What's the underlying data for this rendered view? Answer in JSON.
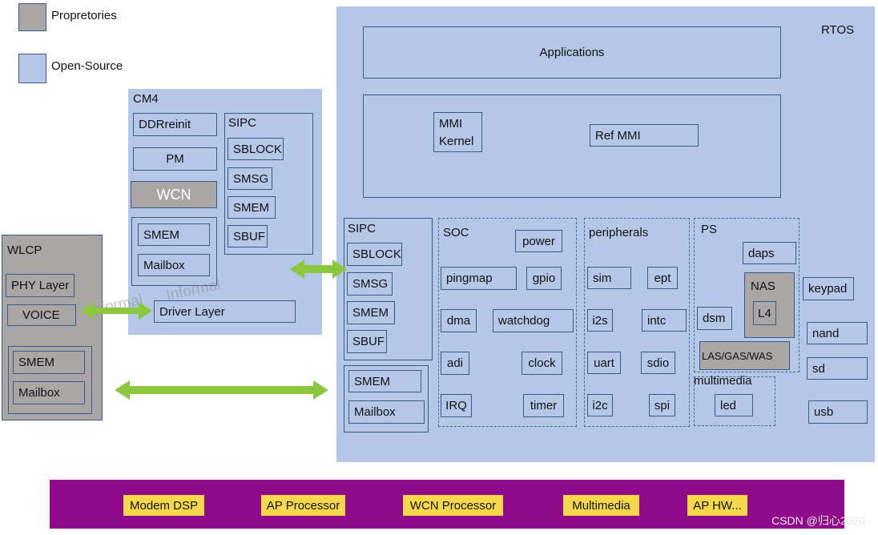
{
  "legend": {
    "items": [
      {
        "label": "Propretories",
        "color": "#aaa6a6"
      },
      {
        "label": "Open-Source",
        "color": "#b4c7e7"
      }
    ]
  },
  "rtos": {
    "title": "RTOS",
    "applications": "Applications",
    "mmi_kernel_line1": "MMI",
    "mmi_kernel_line2": "Kernel",
    "ref_mmi": "Ref MMI",
    "sipc": {
      "title": "SIPC",
      "items": [
        "SBLOCK",
        "SMSG",
        "SMEM",
        "SBUF"
      ]
    },
    "mem": {
      "smem": "SMEM",
      "mailbox": "Mailbox"
    },
    "soc": {
      "title": "SOC",
      "items": [
        "power",
        "pingmap",
        "gpio",
        "dma",
        "watchdog",
        "adi",
        "clock",
        "IRQ",
        "timer"
      ]
    },
    "peripherals": {
      "title": "peripherals",
      "items": [
        "sim",
        "ept",
        "i2s",
        "intc",
        "uart",
        "sdio",
        "i2c",
        "spi"
      ]
    },
    "ps": {
      "title": "PS",
      "daps": "daps",
      "nas": "NAS",
      "l4": "L4",
      "dsm": "dsm",
      "las": "LAS/GAS/WAS"
    },
    "multimedia": {
      "title": "multimedia",
      "led": "led"
    },
    "side": [
      "keypad",
      "nand",
      "sd",
      "usb"
    ]
  },
  "cm4": {
    "title": "CM4",
    "ddr": "DDRreinit",
    "pm": "PM",
    "wcn": "WCN",
    "smem": "SMEM",
    "mailbox": "Mailbox",
    "sipc": {
      "title": "SIPC",
      "items": [
        "SBLOCK",
        "SMSG",
        "SMEM",
        "SBUF"
      ]
    },
    "driver": "Driver Layer"
  },
  "wlcp": {
    "title": "WLCP",
    "phy": "PHY Layer",
    "voice": "VOICE",
    "smem": "SMEM",
    "mailbox": "Mailbox"
  },
  "hw_bar": {
    "color": "#8f0b8b",
    "items": [
      "Modem DSP",
      "AP Processor",
      "WCN Processor",
      "Multimedia",
      "AP HW..."
    ]
  },
  "arrow_color": "#8cc63f",
  "watermark": "Informal",
  "credit": "CSDN @归心2020"
}
